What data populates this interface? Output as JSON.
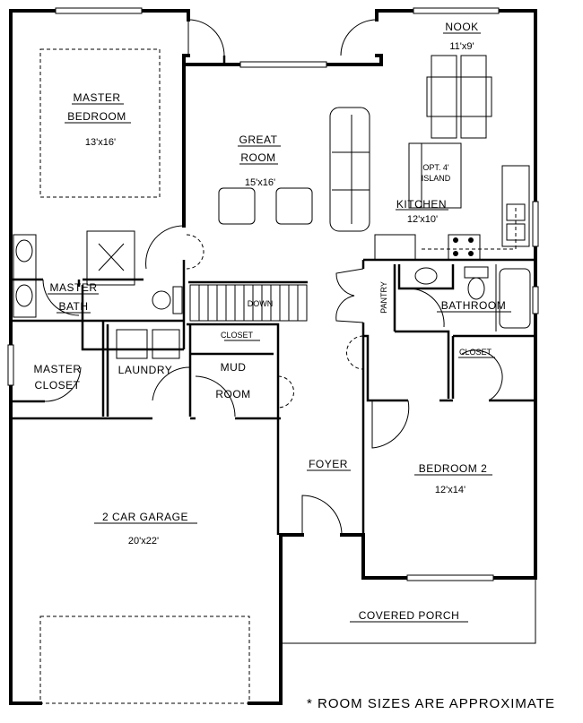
{
  "rooms": {
    "master_bedroom": {
      "name_line1": "MASTER",
      "name_line2": "BEDROOM",
      "size": "13'x16'"
    },
    "great_room": {
      "name_line1": "GREAT",
      "name_line2": "ROOM",
      "size": "15'x16'"
    },
    "nook": {
      "name": "NOOK",
      "size": "11'x9'"
    },
    "kitchen": {
      "name": "KITCHEN",
      "size": "12'x10'",
      "island": "OPT. 4'",
      "island2": "ISLAND"
    },
    "master_bath": {
      "name_line1": "MASTER",
      "name_line2": "BATH"
    },
    "stairs": {
      "label": "DOWN"
    },
    "pantry": {
      "name": "PANTRY"
    },
    "bathroom": {
      "name": "BATHROOM"
    },
    "master_closet": {
      "name_line1": "MASTER",
      "name_line2": "CLOSET"
    },
    "laundry": {
      "name": "LAUNDRY"
    },
    "mud_closet": {
      "name": "CLOSET"
    },
    "mud_room": {
      "name_line1": "MUD",
      "name_line2": "ROOM"
    },
    "bedroom2_closet": {
      "name": "CLOSET"
    },
    "foyer": {
      "name": "FOYER"
    },
    "bedroom2": {
      "name": "BEDROOM 2",
      "size": "12'x14'"
    },
    "garage": {
      "name": "2 CAR GARAGE",
      "size": "20'x22'"
    },
    "porch": {
      "name": "COVERED PORCH"
    }
  },
  "note": "* ROOM SIZES ARE APPROXIMATE"
}
